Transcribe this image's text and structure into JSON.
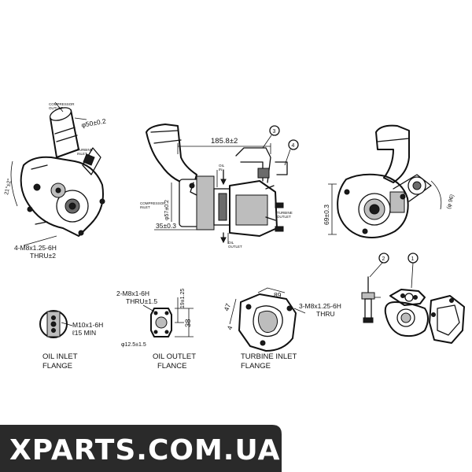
{
  "watermark": {
    "text": "XPARTS.COM.UA",
    "banner_color": "#2a2a2a"
  },
  "callouts": {
    "c1": "1",
    "c2": "2",
    "c3": "3",
    "c4": "4"
  },
  "view_left": {
    "compressor_outlet": "COMPRESSOR\nOUTLET",
    "turbine_inlet": "TURBINE\nINLET",
    "dim_phi50": "φ50±0.2",
    "dim_angle": "21°±2°",
    "thread_1": "4-M8x1.25-6H",
    "thread_2": "THRU±2"
  },
  "view_center": {
    "dim_185": "185.8±2",
    "compressor_inlet": "COMPRESSOR\nINLET",
    "dim_phi57": "φ57±0.2",
    "dim_35": "35±0.3",
    "oil_in": "OIL\nIN",
    "oil_outlet": "OIL\nOUTLET",
    "turbine_outlet": "TURBINE\nOUTLET"
  },
  "view_right": {
    "dim_69": "69±0.3",
    "dim_phi96": "(φ 96)"
  },
  "oil_inlet_flange": {
    "thread_1": "M10x1-6H",
    "thread_2": "ℓ15 MIN",
    "name_1": "OIL  INLET",
    "name_2": "FLANGE"
  },
  "oil_outlet_flange": {
    "thread_1": "2-M8x1-6H",
    "thread_2": "THRU±1.5",
    "dim_19": "19±1.25",
    "dim_38": "38",
    "dim_phi": "φ12.5±1.5",
    "name_1": "OIL  OUTLET",
    "name_2": "FLANCE"
  },
  "turbine_inlet_flange": {
    "dim_89": "89",
    "dim_47": "47",
    "dim_4": "4",
    "thread_1": "3-M8x1.25-6H",
    "thread_2": "THRU",
    "name_1": "TURBINE  INLET",
    "name_2": "FLANGE"
  }
}
